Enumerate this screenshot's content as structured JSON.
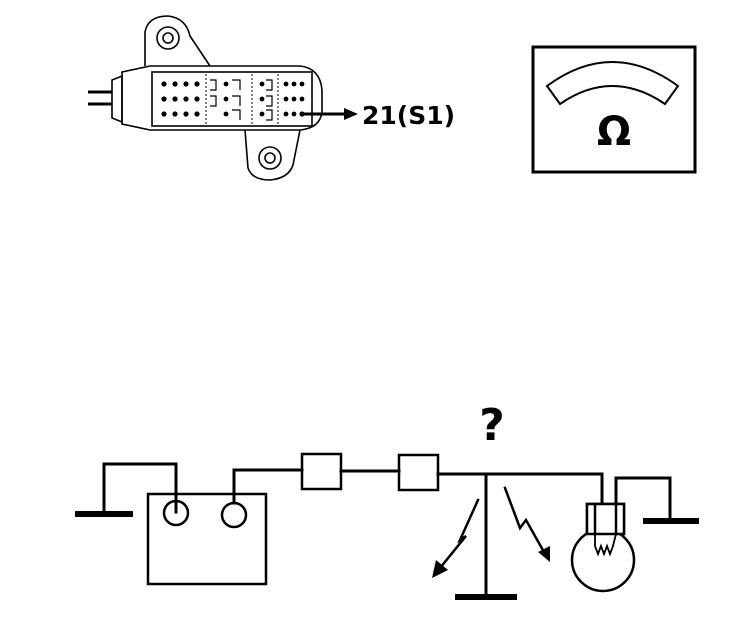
{
  "connector": {
    "callout_label": "21(S1)"
  },
  "meter": {
    "symbol": "Ω",
    "icon": "ohmmeter-icon"
  },
  "circuit": {
    "question_mark": "?",
    "components": [
      "ground",
      "battery",
      "fuse",
      "fuse",
      "short-to-ground",
      "bulb",
      "ground"
    ]
  },
  "colors": {
    "ink": "#000000",
    "background": "#ffffff"
  }
}
